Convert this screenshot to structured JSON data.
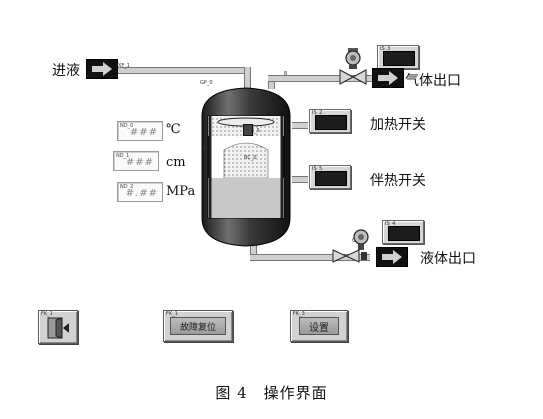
{
  "inlet": {
    "label": "进液",
    "tag": "XF_1"
  },
  "vessel": {
    "tag": "GP_0",
    "inner_tag": "BC_0",
    "heater_tag": "LJ_5",
    "side_tag": "C"
  },
  "displays": [
    {
      "tag": "ND_0",
      "value": "###",
      "unit": "℃"
    },
    {
      "tag": "ND_1",
      "value": "###",
      "unit": "cm"
    },
    {
      "tag": "ND_2",
      "value": "#.##",
      "unit": "MPa"
    }
  ],
  "lamps": {
    "gas": {
      "tag": "IS_3"
    },
    "heat": {
      "tag": "IS_2",
      "label": "加热开关"
    },
    "trace": {
      "tag": "IS_5",
      "label": "伴热开关"
    },
    "liquid": {
      "tag": "IS_4"
    }
  },
  "outlets": {
    "gas": {
      "label": "气体出口",
      "pipe_tag": "B"
    },
    "liquid": {
      "label": "液体出口",
      "valve_tag": "G"
    }
  },
  "buttons": {
    "exit": {
      "tag": "FK_1"
    },
    "reset": {
      "tag": "FK_1",
      "label": "故障复位"
    },
    "settings": {
      "tag": "FK_3",
      "label": "设置"
    }
  },
  "caption": {
    "figure": "图 4",
    "title": "操作界面"
  },
  "colors": {
    "panel": "#d6d6d6",
    "liquid": "#c8c8c8",
    "lamp_off": "#1c1c1c",
    "vessel_dark": "#2a2a2a"
  }
}
